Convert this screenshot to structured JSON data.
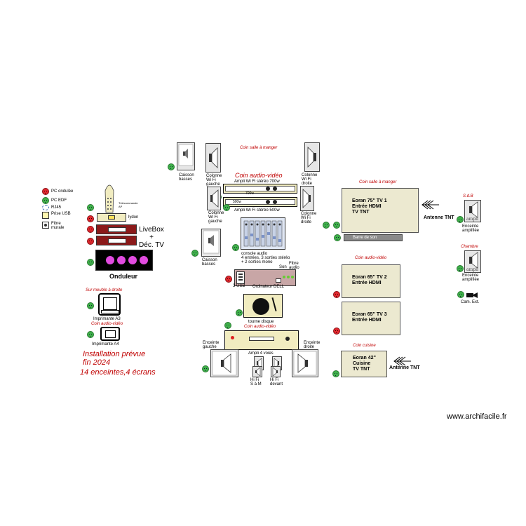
{
  "legend": {
    "items": [
      {
        "label": "PC ondulée",
        "icon": "red-outlet-icon"
      },
      {
        "label": "PC EDF",
        "icon": "green-outlet-icon"
      },
      {
        "label": "RJ45",
        "icon": "rj45-icon"
      },
      {
        "label": "Prise USB",
        "icon": "usb-outlet-icon"
      },
      {
        "label": "Fibre murale",
        "icon": "fiber-wall-icon"
      }
    ]
  },
  "labels": {
    "telecommande": "Télécommande AP",
    "lydon": "lydon",
    "livebox": "LiveBox\n+\nDéc. TV",
    "onduleur": "Onduleur",
    "sur_meuble": "Sur meuble à droite",
    "imprimante_a3": "Imprimante A3",
    "coin_audio_left": "Coin audio-vidéo",
    "imprimante_a4": "Imprimante A4",
    "installation_line1": "Installation prévue",
    "installation_line2": "fin 2024",
    "installation_line3": "14 enceintes,4 écrans",
    "caisson_top": "Caisson\nbasses",
    "colonne_left_top": "Colonne\nWi Fi\ngauche",
    "coin_salle_top": "Coin salle à manger",
    "coin_audio_center": "Coin audio-vidéo",
    "colonne_right_top": "Colonne\nWi Fi\ndroite",
    "ampli_stereo_700_title": "Ampli Wi Fi stéréo 700w",
    "ampli_700": "700w",
    "ampli_500": "500w",
    "ampli_stereo_500_title": "Ampli Wi Fi stéréo 500w",
    "colonne_left_2": "Colonne\nWi Fi\ngauche",
    "colonne_right_2": "Colonne\nWi Fi\ndroite",
    "caisson_2": "Caisson\nbasses",
    "console": "console audio\n4 entrées, 3 sorties stéréo\n+ 2 sorties mono",
    "fibre_audio": "Fibre\naudio",
    "son": "Son",
    "usb3": "3 USB",
    "ordinateur": "Ordinateur DELL",
    "tourne_disque": "tourne disque",
    "coin_audio_ampli": "Coin audio-vidéo",
    "enceinte_gauche": "Enceinte\ngauche",
    "enceinte_droite": "Enceinte\ndroite",
    "ampli_4_voies": "Ampli 4 voies",
    "hifi_s_m": "Hi Fi\nS à M",
    "hifi_devant": "Hi Fi\ndevant",
    "coin_salle_right": "Coin salle à manger",
    "tv1": "Eoran 75\" TV 1\nEntrée HDMI\nTV TNT",
    "barre_son": "Barre de son",
    "antenne_tnt_1": "Antenne TNT",
    "coin_audio_right": "Coin audio-vidéo",
    "tv2": "Eoran 65\" TV 2\nEntrée HDMI",
    "tv3": "Eoran 65\" TV 3\nEntrée HDMI",
    "coin_cuisine": "Coin cuisine",
    "tv4": "Eoran 42\"\nCuisine\nTV TNT",
    "antenne_tnt_2": "Antenne TNT",
    "sdb": "S.d.B",
    "enceinte_amplifiee_1": "Enceinte\namplifiée",
    "chambre": "Chambre",
    "enceinte_amplifiee_2": "Enceinte\namplifiée",
    "cam_ext": "Cam. Ext.",
    "ampli_word": "ampli",
    "watermark": "www.archifacile.fr"
  },
  "colors": {
    "outlet_green": "#3fb04a",
    "outlet_red": "#e0282e",
    "tv_fill": "#ece9d0",
    "device_maroon": "#8b1a1a",
    "text_red": "#c00000"
  }
}
